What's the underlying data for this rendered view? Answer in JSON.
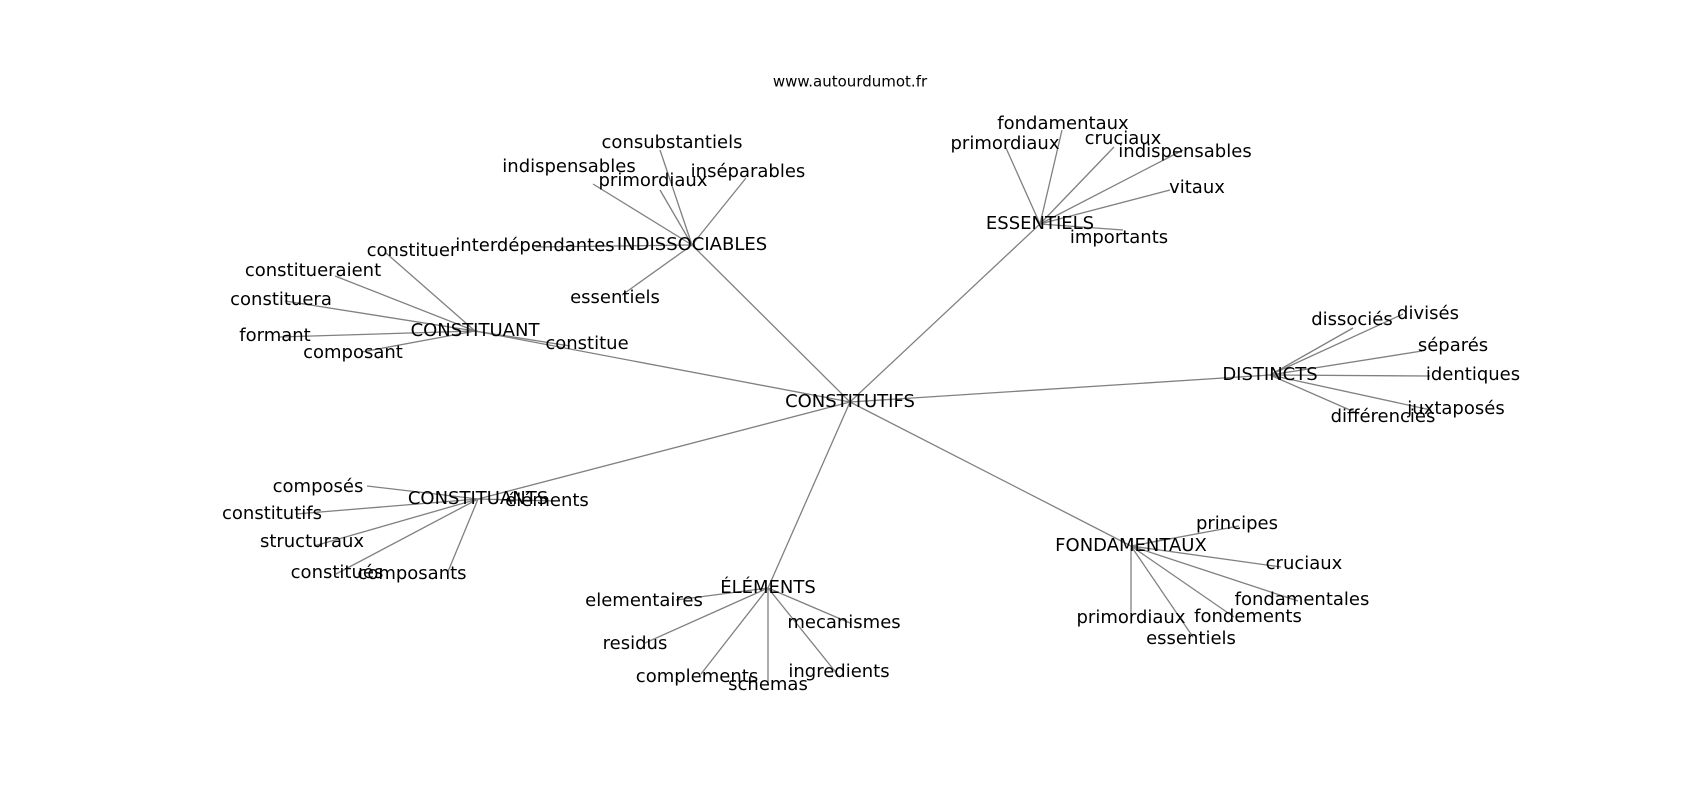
{
  "source_credit": "www.autourdumot.fr",
  "graph": {
    "center": "CONSTITUTIFS",
    "clusters": [
      {
        "hub": "INDISSOCIABLES",
        "leaves": [
          "consubstantiels",
          "indispensables",
          "primordiaux",
          "inséparables",
          "interdépendantes",
          "essentiels"
        ]
      },
      {
        "hub": "ESSENTIELS",
        "leaves": [
          "fondamentaux",
          "primordiaux",
          "cruciaux",
          "indispensables",
          "vitaux",
          "importants"
        ]
      },
      {
        "hub": "CONSTITUANT",
        "leaves": [
          "constituer",
          "constitueraient",
          "constituera",
          "formant",
          "composant",
          "constitue"
        ]
      },
      {
        "hub": "DISTINCTS",
        "leaves": [
          "dissociés",
          "divisés",
          "séparés",
          "identiques",
          "juxtaposés",
          "différenciés"
        ]
      },
      {
        "hub": "CONSTITUANTS",
        "leaves": [
          "composés",
          "constitutifs",
          "structuraux",
          "constitués",
          "composants",
          "éléments"
        ]
      },
      {
        "hub": "ÉLÉMENTS",
        "leaves": [
          "elementaires",
          "residus",
          "complements",
          "schemas",
          "ingredients",
          "mecanismes"
        ]
      },
      {
        "hub": "FONDAMENTAUX",
        "leaves": [
          "principes",
          "cruciaux",
          "fondamentales",
          "fondements",
          "essentiels",
          "primordiaux"
        ]
      }
    ]
  }
}
